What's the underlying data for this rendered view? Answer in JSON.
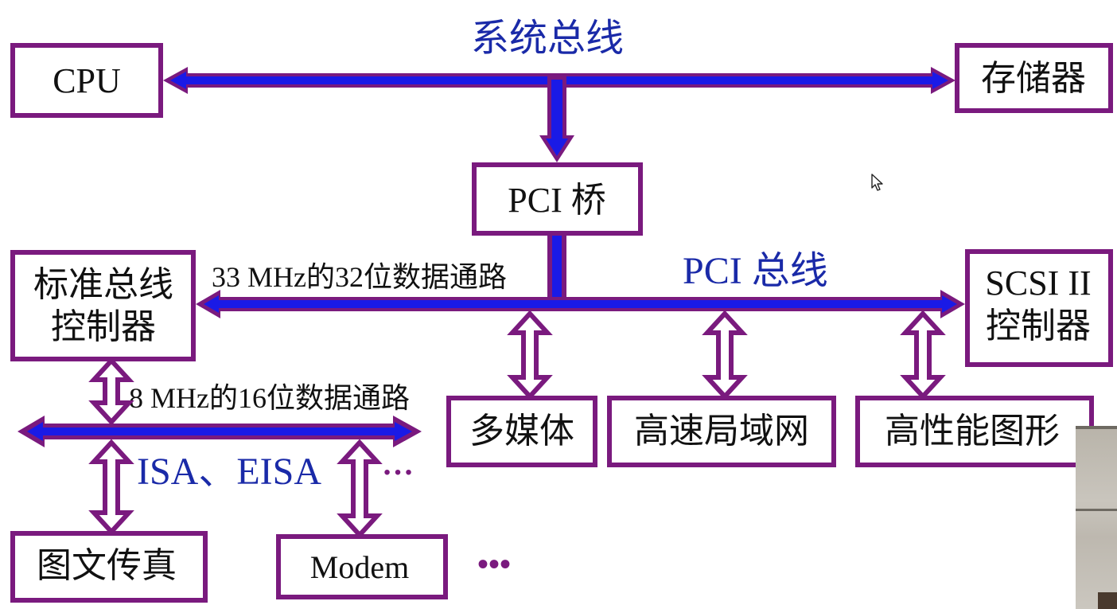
{
  "diagram": {
    "system_bus": {
      "label": "系统总线",
      "left_node": "CPU",
      "right_node": "存储器"
    },
    "bridge": {
      "label": "PCI 桥"
    },
    "pci_bus": {
      "label": "PCI 总线",
      "path_description": "33 MHz的32位数据通路",
      "left_node_line1": "标准总线",
      "left_node_line2": "控制器",
      "right_node_line1": "SCSI II",
      "right_node_line2": "控制器",
      "devices": [
        "多媒体",
        "高速局域网",
        "高性能图形"
      ]
    },
    "isa_bus": {
      "label": "ISA、EISA",
      "path_description": "8 MHz的16位数据通路",
      "devices": [
        "图文传真",
        "Modem"
      ],
      "more_indicator": "…",
      "more_devices_indicator": "•••"
    },
    "colors": {
      "box_border": "#7a1a7e",
      "bus_fill": "#1a1ae6",
      "bus_label": "#1a2aa8",
      "text": "#111111"
    }
  }
}
